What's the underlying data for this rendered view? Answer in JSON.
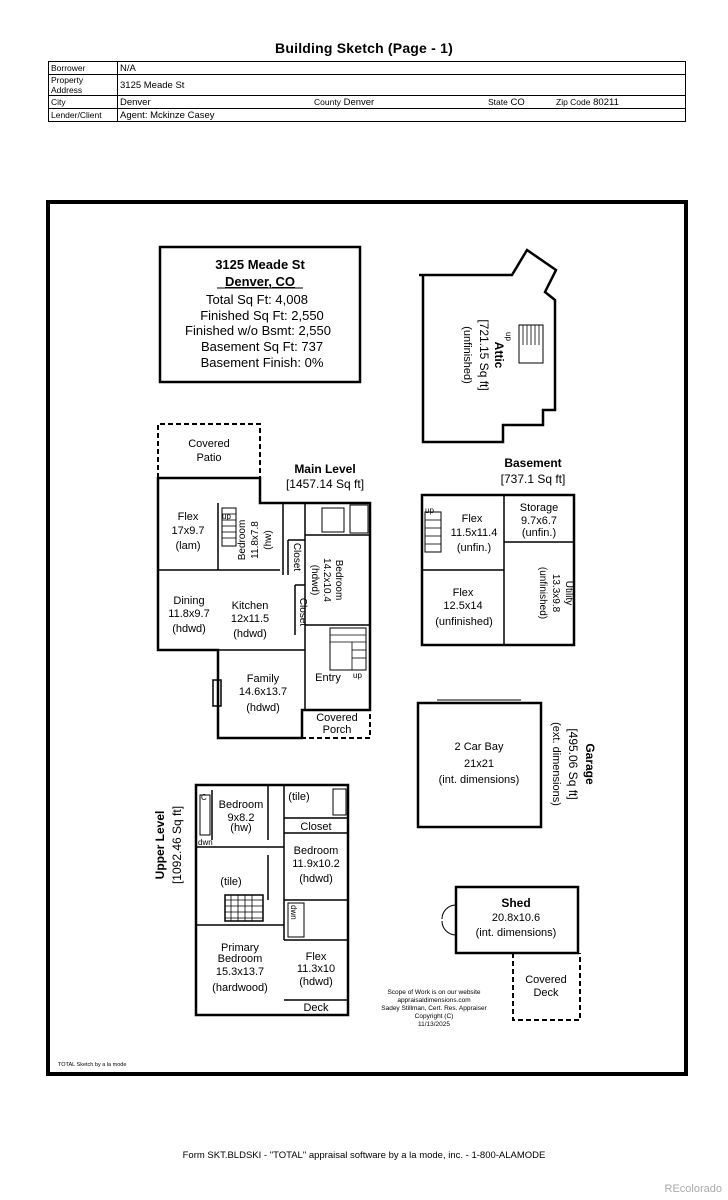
{
  "page": {
    "title": "Building Sketch (Page - 1)"
  },
  "header": {
    "borrower_label": "Borrower",
    "borrower": "N/A",
    "address_label": "Property Address",
    "address": "3125 Meade St",
    "city_label": "City",
    "city": "Denver",
    "county_label": "County",
    "county": "Denver",
    "state_label": "State",
    "state": "CO",
    "zip_label": "Zip Code",
    "zip": "80211",
    "lender_label": "Lender/Client",
    "lender": "Agent: Mckinze Casey"
  },
  "summary": {
    "address": "3125 Meade St",
    "city": "Denver, CO",
    "total": "Total Sq Ft: 4,008",
    "finished": "Finished Sq Ft: 2,550",
    "finished_wo_bsmt": "Finished w/o Bsmt: 2,550",
    "basement": "Basement Sq Ft: 737",
    "basement_finish": "Basement Finish: 0%"
  },
  "levels": {
    "main_title": "Main Level",
    "main_area": "[1457.14 Sq ft]",
    "basement_title": "Basement",
    "basement_area": "[737.1 Sq ft]",
    "upper_title": "Upper Level",
    "upper_area": "[1092.46 Sq ft]",
    "attic_title": "Attic",
    "attic_area": "[721.15 Sq ft]",
    "attic_note": "(unfinished)",
    "garage_title": "Garage",
    "garage_area": "[495.06 Sq ft]",
    "garage_note": "(ext. dimensions)"
  },
  "rooms": {
    "covered_patio": [
      "Covered",
      "Patio"
    ],
    "flex_main": [
      "Flex",
      "17x9.7",
      "(lam)"
    ],
    "bedroom_main1": [
      "Bedroom",
      "11.8x7.8",
      "(hw)"
    ],
    "closet": "Closet",
    "bedroom_main2": [
      "Bedroom",
      "14.2x10.4",
      "(hdwd)"
    ],
    "dining": [
      "Dining",
      "11.8x9.7",
      "(hdwd)"
    ],
    "kitchen": [
      "Kitchen",
      "12x11.5",
      "(hdwd)"
    ],
    "family": [
      "Family",
      "14.6x13.7",
      "(hdwd)"
    ],
    "entry": "Entry",
    "covered_porch": [
      "Covered",
      "Porch"
    ],
    "flex_bsmt1": [
      "Flex",
      "11.5x11.4",
      "(unfin.)"
    ],
    "storage": [
      "Storage",
      "9.7x6.7",
      "(unfin.)"
    ],
    "flex_bsmt2": [
      "Flex",
      "12.5x14",
      "(unfinished)"
    ],
    "utility": [
      "Utility",
      "13.3x9.8",
      "(unfinished)"
    ],
    "bay": [
      "2 Car Bay",
      "21x21",
      "(int. dimensions)"
    ],
    "bedroom_up1": [
      "Bedroom",
      "9x8.2",
      "(hw)"
    ],
    "tile": "(tile)",
    "bedroom_up2": [
      "Bedroom",
      "11.9x10.2",
      "(hdwd)"
    ],
    "primary": [
      "Primary",
      "Bedroom",
      "15.3x13.7",
      "(hardwood)"
    ],
    "flex_up": [
      "Flex",
      "11.3x10",
      "(hdwd)"
    ],
    "deck": "Deck",
    "shed": [
      "Shed",
      "20.8x10.6",
      "(int. dimensions)"
    ],
    "covered_deck": [
      "Covered",
      "Deck"
    ]
  },
  "stairs": {
    "up": "up",
    "dwn": "dwn",
    "c": "C"
  },
  "scope_note": [
    "Scope of Work is on our website",
    "appraisaldimensions.com",
    "Sadey Stillman, Cert. Res. Appraiser",
    "Copyright (C)",
    "11/13/2025"
  ],
  "sketch_credit": "TOTAL Sketch by a la mode",
  "footer": "Form SKT.BLDSKI - \"TOTAL\" appraisal software by a la mode, inc. - 1-800-ALAMODE",
  "watermark": "REcolorado"
}
